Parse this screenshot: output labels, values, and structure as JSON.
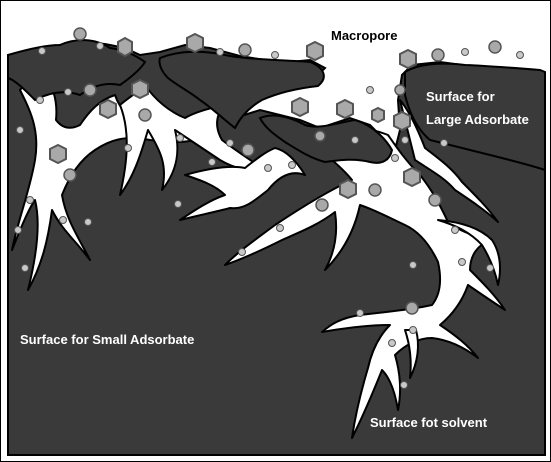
{
  "diagram": {
    "labels": {
      "macropore": "Macropore",
      "large_line1": "Surface for",
      "large_line2": "Large Adsorbate",
      "small": "Surface for Small Adsorbate",
      "solvent": "Surface fot solvent"
    },
    "colors": {
      "solid": "#3a3a3a",
      "pore": "#ffffff",
      "outline": "#000000",
      "particle_fill": "#a9a9a9",
      "particle_stroke": "#555555",
      "label_on_dark": "#ffffff",
      "label_on_light": "#000000"
    }
  }
}
